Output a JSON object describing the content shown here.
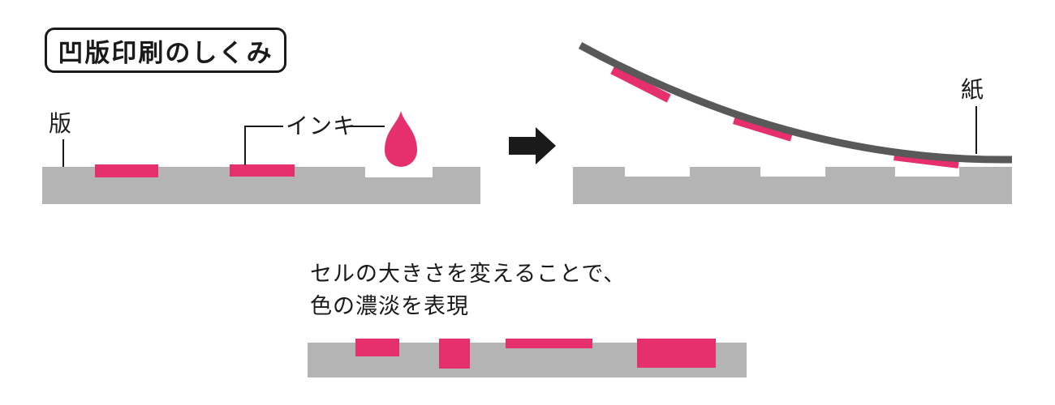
{
  "title": "凹版印刷のしくみ",
  "labels": {
    "plate": "版",
    "ink": "インキ",
    "paper": "紙"
  },
  "caption": {
    "line1": "セルの大きさを変えることで、",
    "line2": "色の濃淡を表現"
  },
  "icons": {
    "arrow": "right-arrow-icon",
    "droplet": "ink-drop-icon"
  },
  "colors": {
    "ink_pink": "#e5306d",
    "plate_gray": "#b4b4b4",
    "paper_gray": "#595959",
    "line_black": "#1a1a1a"
  }
}
